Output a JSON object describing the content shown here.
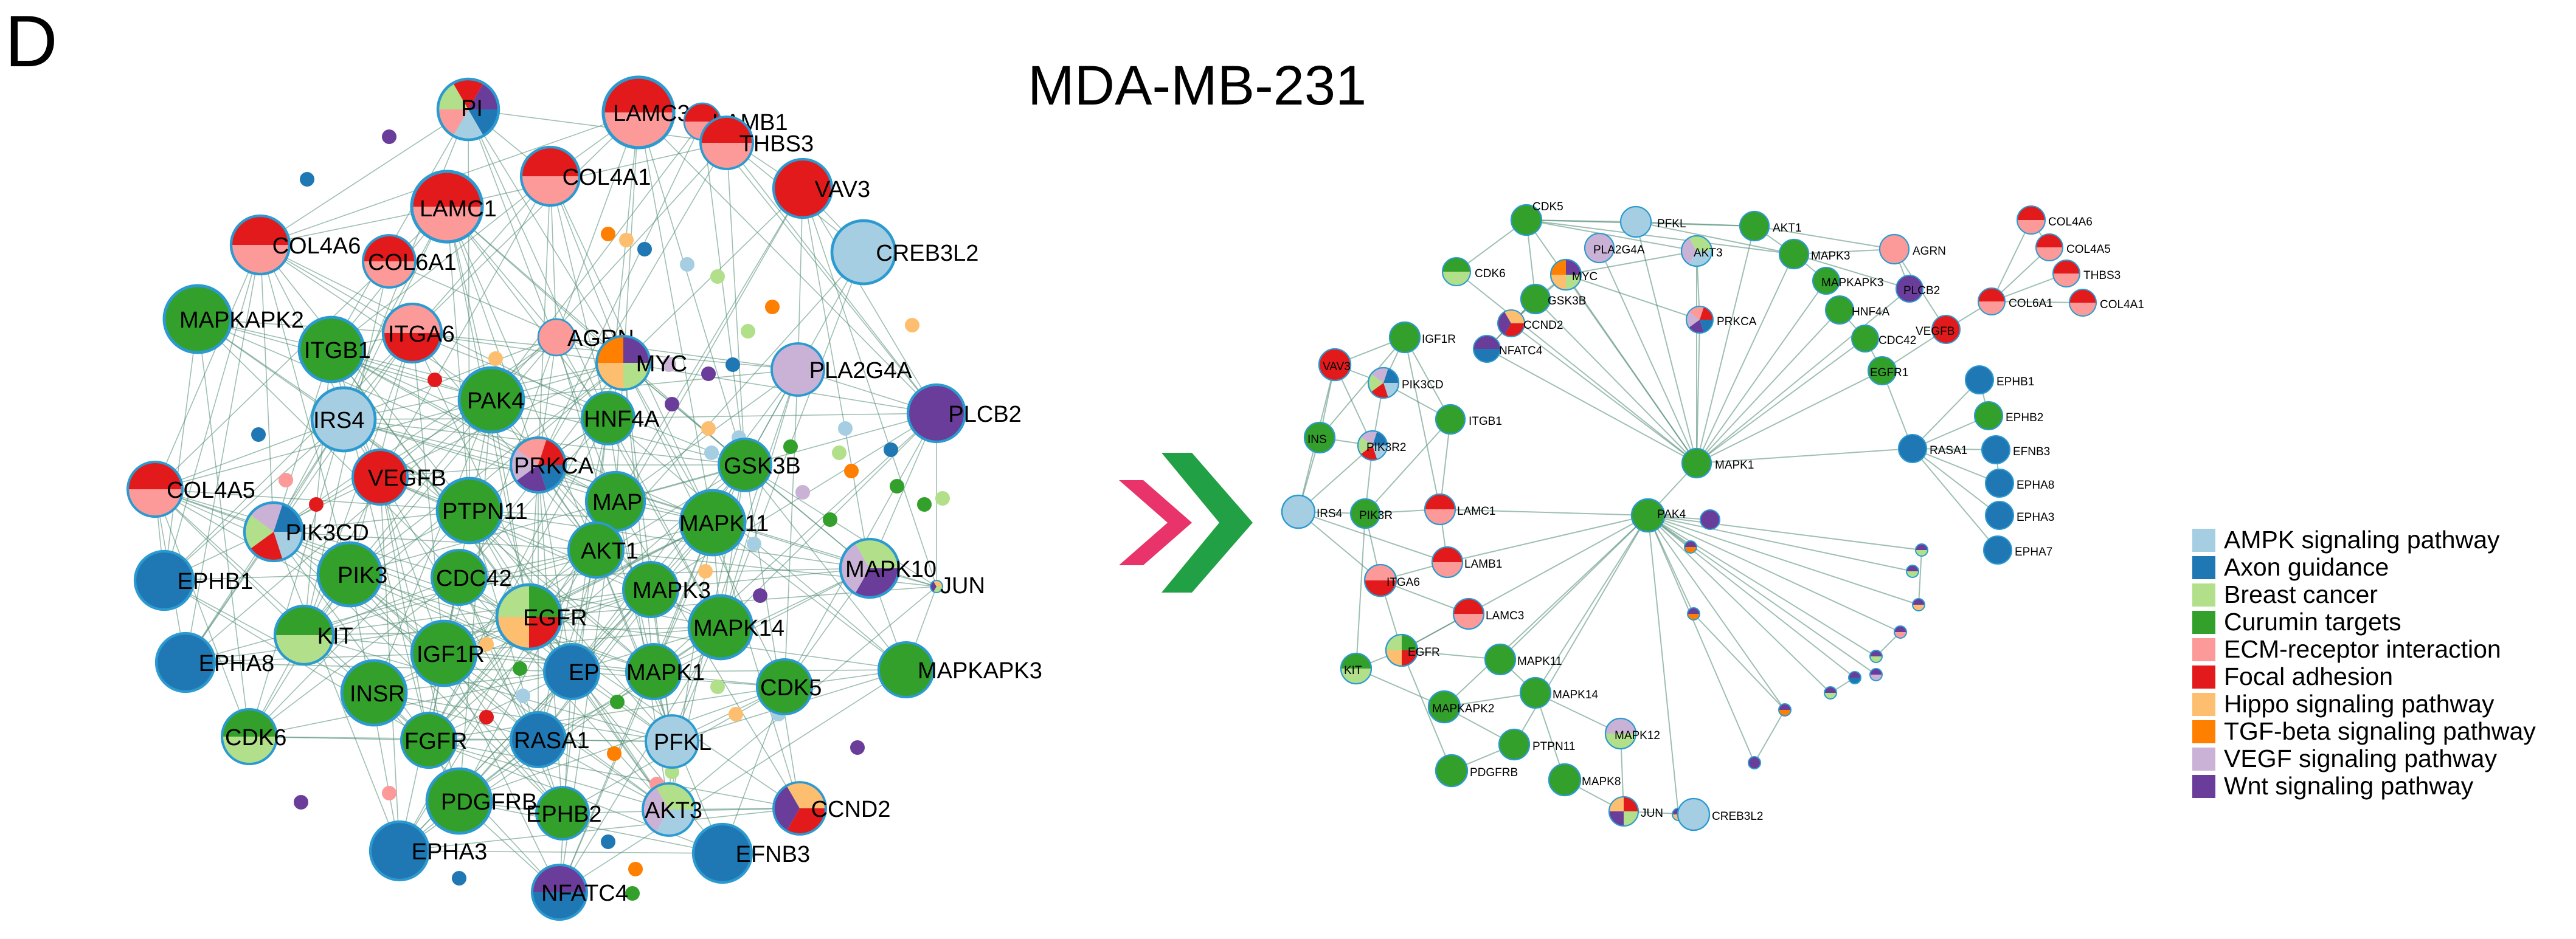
{
  "panel_letter": "D",
  "title": "MDA-MB-231",
  "pathways": [
    {
      "key": "ampk",
      "label": "AMPK signaling pathway",
      "color": "#a6cee3"
    },
    {
      "key": "axon",
      "label": "Axon guidance",
      "color": "#1f78b4"
    },
    {
      "key": "breast",
      "label": "Breast cancer",
      "color": "#b2df8a"
    },
    {
      "key": "curumin",
      "label": "Curumin targets",
      "color": "#33a02c"
    },
    {
      "key": "ecm",
      "label": "ECM-receptor interaction",
      "color": "#fb9a99"
    },
    {
      "key": "focal",
      "label": "Focal adhesion",
      "color": "#e31a1c"
    },
    {
      "key": "hippo",
      "label": "Hippo signaling pathway",
      "color": "#fdbf6f"
    },
    {
      "key": "tgf",
      "label": "TGF-beta signaling pathway",
      "color": "#ff7f00"
    },
    {
      "key": "vegf",
      "label": "VEGF signaling pathway",
      "color": "#cab2d6"
    },
    {
      "key": "wnt",
      "label": "Wnt signaling pathway",
      "color": "#6a3d9a"
    }
  ],
  "arrow_icon": "double-chevron-right",
  "left_network": {
    "nodes": [
      {
        "id": "PI",
        "label": "PI",
        "p": [
          "axon",
          "ampk",
          "ecm",
          "breast",
          "focal",
          "wnt"
        ]
      },
      {
        "id": "LAMC3",
        "label": "LAMC3",
        "p": [
          "ecm",
          "focal"
        ]
      },
      {
        "id": "LAMB1",
        "label": "LAMB1",
        "p": [
          "ecm",
          "focal"
        ]
      },
      {
        "id": "THBS3",
        "label": "THBS3",
        "p": [
          "ecm",
          "focal"
        ]
      },
      {
        "id": "COL4A1",
        "label": "COL4A1",
        "p": [
          "ecm",
          "focal"
        ]
      },
      {
        "id": "VAV3",
        "label": "VAV3",
        "p": [
          "focal"
        ]
      },
      {
        "id": "LAMC1",
        "label": "LAMC1",
        "p": [
          "ecm",
          "focal"
        ]
      },
      {
        "id": "COL4A6",
        "label": "COL4A6",
        "p": [
          "ecm",
          "focal"
        ]
      },
      {
        "id": "COL6A1",
        "label": "COL6A1",
        "p": [
          "ecm",
          "focal"
        ]
      },
      {
        "id": "CREB3L2",
        "label": "CREB3L2",
        "p": [
          "ampk"
        ]
      },
      {
        "id": "MAPKAPK2",
        "label": "MAPKAPK2",
        "p": [
          "curumin"
        ]
      },
      {
        "id": "ITGB1",
        "label": "ITGB1",
        "p": [
          "curumin"
        ]
      },
      {
        "id": "ITGA6",
        "label": "ITGA6",
        "p": [
          "focal",
          "ecm"
        ]
      },
      {
        "id": "AGRN",
        "label": "AGRN",
        "p": [
          "ecm"
        ]
      },
      {
        "id": "MYC",
        "label": "MYC",
        "p": [
          "breast",
          "hippo",
          "tgf",
          "wnt"
        ]
      },
      {
        "id": "PLA2G4A",
        "label": "PLA2G4A",
        "p": [
          "vegf"
        ]
      },
      {
        "id": "PLCB2",
        "label": "PLCB2",
        "p": [
          "wnt"
        ]
      },
      {
        "id": "IRS4",
        "label": "IRS4",
        "p": [
          "ampk"
        ]
      },
      {
        "id": "PAK4",
        "label": "PAK4",
        "p": [
          "curumin"
        ]
      },
      {
        "id": "HNF4A",
        "label": "HNF4A",
        "p": [
          "curumin"
        ]
      },
      {
        "id": "GSK3B",
        "label": "GSK3B",
        "p": [
          "curumin"
        ]
      },
      {
        "id": "VEGFB",
        "label": "VEGFB",
        "p": [
          "focal"
        ]
      },
      {
        "id": "PRKCA",
        "label": "PRKCA",
        "p": [
          "axon",
          "wnt",
          "vegf",
          "ecm",
          "focal"
        ]
      },
      {
        "id": "COL4A5",
        "label": "COL4A5",
        "p": [
          "ecm",
          "focal"
        ]
      },
      {
        "id": "PTPN11",
        "label": "PTPN11",
        "p": [
          "curumin"
        ]
      },
      {
        "id": "MAPK1_3",
        "label": "MAP",
        "p": [
          "curumin"
        ]
      },
      {
        "id": "PIK3CD",
        "label": "PIK3CD",
        "p": [
          "ampk",
          "focal",
          "breast",
          "vegf",
          "axon"
        ]
      },
      {
        "id": "MAPK11",
        "label": "MAPK11",
        "p": [
          "curumin"
        ]
      },
      {
        "id": "AKT1",
        "label": "AKT1",
        "p": [
          "curumin"
        ]
      },
      {
        "id": "MAPK10",
        "label": "MAPK10",
        "p": [
          "wnt",
          "vegf",
          "breast"
        ]
      },
      {
        "id": "JUN",
        "label": "JUN",
        "p": [
          "breast",
          "wnt",
          "hippo"
        ]
      },
      {
        "id": "EPHB1",
        "label": "EPHB1",
        "p": [
          "axon"
        ]
      },
      {
        "id": "PIK3",
        "label": "PIK3",
        "p": [
          "curumin"
        ]
      },
      {
        "id": "CDC42",
        "label": "CDC42",
        "p": [
          "curumin"
        ]
      },
      {
        "id": "EGFR",
        "label": "EGFR",
        "p": [
          "focal",
          "hippo",
          "breast",
          "curumin"
        ]
      },
      {
        "id": "MAPK3",
        "label": "MAPK3",
        "p": [
          "curumin"
        ]
      },
      {
        "id": "KIT",
        "label": "KIT",
        "p": [
          "breast",
          "curumin"
        ]
      },
      {
        "id": "MAPK14",
        "label": "MAPK14",
        "p": [
          "curumin"
        ]
      },
      {
        "id": "EPHA8",
        "label": "EPHA8",
        "p": [
          "axon"
        ]
      },
      {
        "id": "IGF1R",
        "label": "IGF1R",
        "p": [
          "curumin"
        ]
      },
      {
        "id": "EP",
        "label": "EP",
        "p": [
          "axon"
        ]
      },
      {
        "id": "MAPK1",
        "label": "MAPK1",
        "p": [
          "curumin"
        ]
      },
      {
        "id": "CDK5",
        "label": "CDK5",
        "p": [
          "curumin"
        ]
      },
      {
        "id": "MAPKAPK3",
        "label": "MAPKAPK3",
        "p": [
          "curumin"
        ]
      },
      {
        "id": "INSR",
        "label": "INSR",
        "p": [
          "curumin"
        ]
      },
      {
        "id": "CDK6",
        "label": "CDK6",
        "p": [
          "breast",
          "curumin"
        ]
      },
      {
        "id": "FGFR",
        "label": "FGFR",
        "p": [
          "curumin"
        ]
      },
      {
        "id": "RASA1",
        "label": "RASA1",
        "p": [
          "axon"
        ]
      },
      {
        "id": "PFKL",
        "label": "PFKL",
        "p": [
          "ampk"
        ]
      },
      {
        "id": "PDGFRB",
        "label": "PDGFRB",
        "p": [
          "curumin"
        ]
      },
      {
        "id": "EPHB2",
        "label": "EPHB2",
        "p": [
          "curumin"
        ]
      },
      {
        "id": "AKT3",
        "label": "AKT3",
        "p": [
          "ampk",
          "vegf",
          "breast"
        ]
      },
      {
        "id": "CCND2",
        "label": "CCND2",
        "p": [
          "focal",
          "wnt",
          "hippo"
        ]
      },
      {
        "id": "EPHA3",
        "label": "EPHA3",
        "p": [
          "axon"
        ]
      },
      {
        "id": "EFNB3",
        "label": "EFNB3",
        "p": [
          "axon"
        ]
      },
      {
        "id": "NFATC4",
        "label": "NFATC4",
        "p": [
          "axon",
          "wnt"
        ]
      }
    ]
  },
  "right_network": {
    "nodes": [
      {
        "id": "CDK5",
        "label": "CDK5",
        "p": [
          "curumin"
        ]
      },
      {
        "id": "PFKL",
        "label": "PFKL",
        "p": [
          "ampk"
        ]
      },
      {
        "id": "AKT1",
        "label": "AKT1",
        "p": [
          "curumin"
        ]
      },
      {
        "id": "AGRN",
        "label": "AGRN",
        "p": [
          "ecm"
        ]
      },
      {
        "id": "COL4A6",
        "label": "COL4A6",
        "p": [
          "ecm",
          "focal"
        ]
      },
      {
        "id": "COL4A5",
        "label": "COL4A5",
        "p": [
          "ecm",
          "focal"
        ]
      },
      {
        "id": "THBS3",
        "label": "THBS3",
        "p": [
          "ecm",
          "focal"
        ]
      },
      {
        "id": "COL4A1",
        "label": "COL4A1",
        "p": [
          "ecm",
          "focal"
        ]
      },
      {
        "id": "COL6A1",
        "label": "COL6A1",
        "p": [
          "ecm",
          "focal"
        ]
      },
      {
        "id": "CDK6",
        "label": "CDK6",
        "p": [
          "breast",
          "curumin"
        ]
      },
      {
        "id": "PLA2G4A",
        "label": "PLA2G4A",
        "p": [
          "vegf"
        ]
      },
      {
        "id": "AKT3",
        "label": "AKT3",
        "p": [
          "ampk",
          "vegf",
          "breast"
        ]
      },
      {
        "id": "MAPK3",
        "label": "MAPK3",
        "p": [
          "curumin"
        ]
      },
      {
        "id": "MYC",
        "label": "MYC",
        "p": [
          "breast",
          "hippo",
          "tgf",
          "wnt"
        ]
      },
      {
        "id": "MAPKAPK3",
        "label": "MAPKAPK3",
        "p": [
          "curumin"
        ]
      },
      {
        "id": "PLCB2",
        "label": "PLCB2",
        "p": [
          "wnt"
        ]
      },
      {
        "id": "GSK3B",
        "label": "GSK3B",
        "p": [
          "curumin"
        ]
      },
      {
        "id": "HNF4A",
        "label": "HNF4A",
        "p": [
          "curumin"
        ]
      },
      {
        "id": "CCND2",
        "label": "CCND2",
        "p": [
          "focal",
          "wnt",
          "hippo"
        ]
      },
      {
        "id": "PRKCA",
        "label": "PRKCA",
        "p": [
          "axon",
          "wnt",
          "vegf",
          "ecm",
          "focal"
        ]
      },
      {
        "id": "VEGFB",
        "label": "VEGFB",
        "p": [
          "focal"
        ]
      },
      {
        "id": "NFATC4",
        "label": "NFATC4",
        "p": [
          "axon",
          "wnt"
        ]
      },
      {
        "id": "CDC42",
        "label": "CDC42",
        "p": [
          "curumin"
        ]
      },
      {
        "id": "EGFR1",
        "label": "EGFR1",
        "p": [
          "curumin"
        ]
      },
      {
        "id": "IGF1R",
        "label": "IGF1R",
        "p": [
          "curumin"
        ]
      },
      {
        "id": "VAV3",
        "label": "VAV3",
        "p": [
          "focal"
        ]
      },
      {
        "id": "PIK3CD",
        "label": "PIK3CD",
        "p": [
          "ampk",
          "focal",
          "breast",
          "vegf",
          "axon"
        ]
      },
      {
        "id": "EPHB1",
        "label": "EPHB1",
        "p": [
          "axon"
        ]
      },
      {
        "id": "EPHB2",
        "label": "EPHB2",
        "p": [
          "curumin"
        ]
      },
      {
        "id": "ITGB1",
        "label": "ITGB1",
        "p": [
          "curumin"
        ]
      },
      {
        "id": "INS",
        "label": "INS",
        "p": [
          "curumin"
        ]
      },
      {
        "id": "PIK3R2",
        "label": "PIK3R2",
        "p": [
          "ampk",
          "focal",
          "breast",
          "vegf",
          "axon"
        ]
      },
      {
        "id": "RASA1",
        "label": "RASA1",
        "p": [
          "axon"
        ]
      },
      {
        "id": "EFNB3",
        "label": "EFNB3",
        "p": [
          "axon"
        ]
      },
      {
        "id": "MAPK1",
        "label": "MAPK1",
        "p": [
          "curumin"
        ]
      },
      {
        "id": "EPHA8",
        "label": "EPHA8",
        "p": [
          "axon"
        ]
      },
      {
        "id": "IRS4",
        "label": "IRS4",
        "p": [
          "ampk"
        ]
      },
      {
        "id": "PIK3R",
        "label": "PIK3R",
        "p": [
          "curumin"
        ]
      },
      {
        "id": "LAMC1",
        "label": "LAMC1",
        "p": [
          "ecm",
          "focal"
        ]
      },
      {
        "id": "PAK4",
        "label": "PAK4",
        "p": [
          "curumin"
        ]
      },
      {
        "id": "EPHA3",
        "label": "EPHA3",
        "p": [
          "axon"
        ]
      },
      {
        "id": "EPHA7",
        "label": "EPHA7",
        "p": [
          "axon"
        ]
      },
      {
        "id": "LAMB1",
        "label": "LAMB1",
        "p": [
          "ecm",
          "focal"
        ]
      },
      {
        "id": "ITGA6",
        "label": "ITGA6",
        "p": [
          "focal",
          "ecm"
        ]
      },
      {
        "id": "LAMC3",
        "label": "LAMC3",
        "p": [
          "ecm",
          "focal"
        ]
      },
      {
        "id": "EGFR",
        "label": "EGFR",
        "p": [
          "focal",
          "hippo",
          "breast",
          "curumin"
        ]
      },
      {
        "id": "KIT",
        "label": "KIT",
        "p": [
          "breast",
          "curumin"
        ]
      },
      {
        "id": "MAPK11",
        "label": "MAPK11",
        "p": [
          "curumin"
        ]
      },
      {
        "id": "MAPK14",
        "label": "MAPK14",
        "p": [
          "curumin"
        ]
      },
      {
        "id": "MAPKAPK2",
        "label": "MAPKAPK2",
        "p": [
          "curumin"
        ]
      },
      {
        "id": "MAPK12",
        "label": "MAPK12",
        "p": [
          "breast",
          "vegf"
        ]
      },
      {
        "id": "PTPN11",
        "label": "PTPN11",
        "p": [
          "curumin"
        ]
      },
      {
        "id": "PDGFRB",
        "label": "PDGFRB",
        "p": [
          "curumin"
        ]
      },
      {
        "id": "MAPK8",
        "label": "MAPK8",
        "p": [
          "curumin"
        ]
      },
      {
        "id": "JUN",
        "label": "JUN",
        "p": [
          "breast",
          "wnt",
          "hippo",
          "focal"
        ]
      },
      {
        "id": "CREB3L2",
        "label": "CREB3L2",
        "p": [
          "ampk"
        ]
      }
    ]
  }
}
